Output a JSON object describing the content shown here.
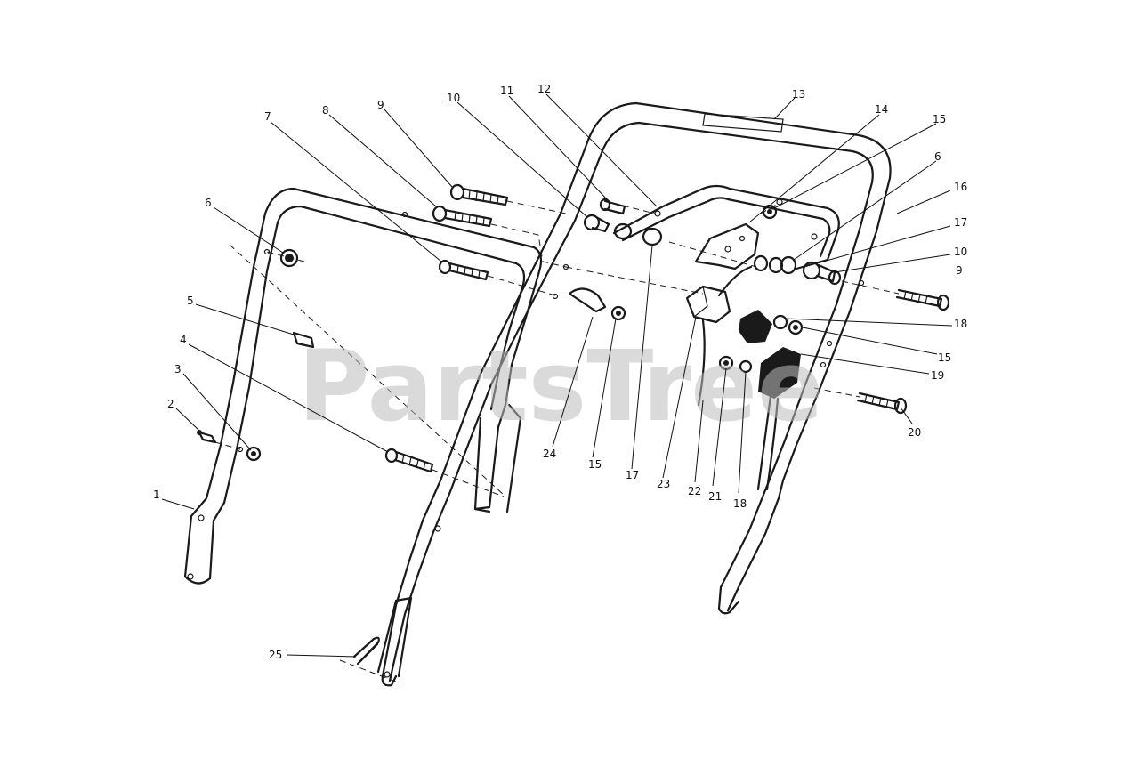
{
  "watermark": "PartsTree",
  "callouts": [
    {
      "id": "c1",
      "label": "1"
    },
    {
      "id": "c2",
      "label": "2"
    },
    {
      "id": "c3",
      "label": "3"
    },
    {
      "id": "c4",
      "label": "4"
    },
    {
      "id": "c5",
      "label": "5"
    },
    {
      "id": "c6a",
      "label": "6"
    },
    {
      "id": "c7",
      "label": "7"
    },
    {
      "id": "c8",
      "label": "8"
    },
    {
      "id": "c9a",
      "label": "9"
    },
    {
      "id": "c10a",
      "label": "10"
    },
    {
      "id": "c11",
      "label": "11"
    },
    {
      "id": "c12",
      "label": "12"
    },
    {
      "id": "c13",
      "label": "13"
    },
    {
      "id": "c14",
      "label": "14"
    },
    {
      "id": "c15a",
      "label": "15"
    },
    {
      "id": "c6b",
      "label": "6"
    },
    {
      "id": "c16",
      "label": "16"
    },
    {
      "id": "c17a",
      "label": "17"
    },
    {
      "id": "c10b",
      "label": "10"
    },
    {
      "id": "c9b",
      "label": "9"
    },
    {
      "id": "c18a",
      "label": "18"
    },
    {
      "id": "c15b",
      "label": "15"
    },
    {
      "id": "c19",
      "label": "19"
    },
    {
      "id": "c20",
      "label": "20"
    },
    {
      "id": "c24",
      "label": "24"
    },
    {
      "id": "c15c",
      "label": "15"
    },
    {
      "id": "c17b",
      "label": "17"
    },
    {
      "id": "c23",
      "label": "23"
    },
    {
      "id": "c22",
      "label": "22"
    },
    {
      "id": "c21",
      "label": "21"
    },
    {
      "id": "c18b",
      "label": "18"
    },
    {
      "id": "c25",
      "label": "25"
    }
  ]
}
